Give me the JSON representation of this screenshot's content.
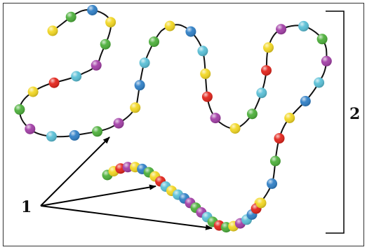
{
  "figure": {
    "label_1": "1",
    "label_2": "2"
  },
  "bead_colors": {
    "yellow": "#f2d722",
    "green": "#4caf3a",
    "blue": "#2f7fc6",
    "cyan": "#59bfd6",
    "magenta": "#a23ea6",
    "red": "#e2231a"
  },
  "molecule_1": {
    "bead_sequence": [
      "yellow",
      "green",
      "blue",
      "yellow",
      "green",
      "magenta",
      "cyan",
      "red",
      "yellow",
      "green",
      "magenta",
      "cyan",
      "blue",
      "green",
      "magenta",
      "yellow",
      "blue",
      "cyan",
      "green",
      "yellow",
      "blue",
      "cyan",
      "yellow",
      "red",
      "magenta",
      "yellow",
      "green",
      "cyan",
      "red",
      "yellow",
      "magenta",
      "cyan",
      "green",
      "magenta",
      "cyan",
      "blue",
      "yellow",
      "red",
      "green",
      "blue",
      "yellow"
    ]
  },
  "molecule_2": {
    "bead_sequence": [
      "green",
      "yellow",
      "red",
      "magenta",
      "yellow",
      "blue",
      "green",
      "yellow",
      "red",
      "cyan",
      "yellow",
      "cyan",
      "blue",
      "magenta",
      "green",
      "magenta",
      "cyan",
      "green",
      "red",
      "green",
      "yellow",
      "magenta",
      "cyan",
      "blue",
      "red",
      "yellow"
    ]
  },
  "molecule_count": 2
}
